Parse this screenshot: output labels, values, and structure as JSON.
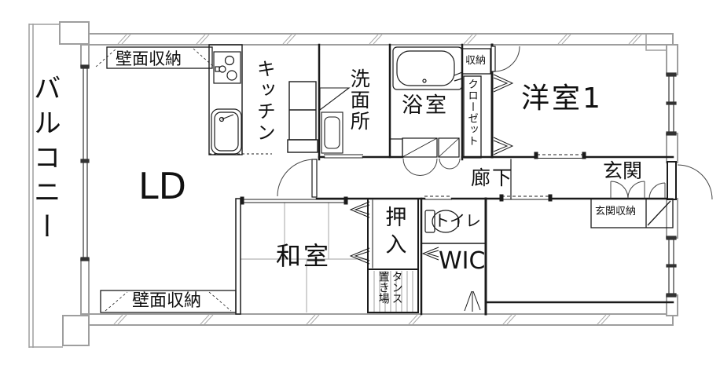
{
  "rooms": {
    "balcony": "バルコニー",
    "living_dining": "LD",
    "kitchen": "キッチン",
    "washroom": "洗面所",
    "bathroom": "浴室",
    "storage": "収納",
    "closet": "クローゼット",
    "western_room_1": "洋室1",
    "hallway": "廊下",
    "entrance": "玄関",
    "entrance_storage": "玄関収納",
    "japanese_room": "和室",
    "oshiire_closet": "押入",
    "toilet": "トイレ",
    "walk_in_closet": "WIC",
    "tansu_space": "タンス置き場",
    "wall_storage_top": "壁面収納",
    "wall_storage_bottom": "壁面収納"
  },
  "fixtures": [
    "bathtub-icon",
    "stove-icon",
    "kitchen-sink-icon",
    "washing-machine-icon",
    "toilet-icon"
  ],
  "colors": {
    "background": "#ffffff",
    "interior_line": "#1b1b1b",
    "exterior_wall": "#9e9e9e",
    "tatami_line": "#b5b5b5",
    "text": "#111111"
  }
}
